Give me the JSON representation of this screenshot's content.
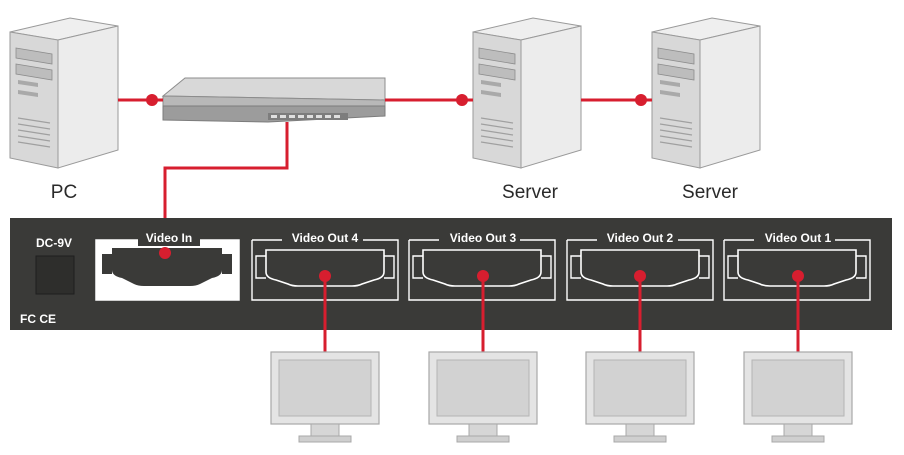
{
  "devices": {
    "pc": {
      "label": "PC"
    },
    "server_1": {
      "label": "Server"
    },
    "server_2": {
      "label": "Server"
    }
  },
  "panel": {
    "power_label": "DC-9V",
    "certification": "FC CE",
    "ports": [
      {
        "label": "Video In"
      },
      {
        "label": "Video Out 4"
      },
      {
        "label": "Video Out 3"
      },
      {
        "label": "Video Out 2"
      },
      {
        "label": "Video Out 1"
      }
    ]
  },
  "colors": {
    "cable": "#d71e2f",
    "panel": "#3a3a38",
    "device_light": "#e9e9e9",
    "device_mid": "#c9c9c9",
    "device_dark": "#9a9a9a"
  }
}
